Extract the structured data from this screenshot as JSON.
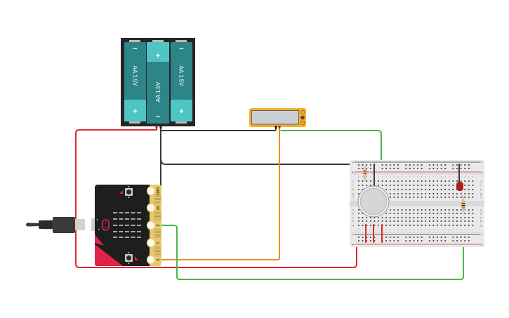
{
  "scene": {
    "type": "circuit-canvas",
    "background": "#ffffff"
  },
  "battery_pack": {
    "name": "4xAA battery holder (3 visible cells)",
    "cells": [
      {
        "label": "AA 1.5V",
        "top_sign": "−",
        "bottom_sign": "+"
      },
      {
        "label": "AA 1.5V",
        "top_sign": "+",
        "bottom_sign": "−"
      },
      {
        "label": "AA 1.5V",
        "top_sign": "−",
        "bottom_sign": "+"
      }
    ],
    "colors": {
      "case": "#262626",
      "cell_dark": "#2e8587",
      "cell_light": "#4fc4c4"
    }
  },
  "multimeter": {
    "name": "Multimeter",
    "colors": {
      "body": "#f5ae2c",
      "screen": "#c8cfd3"
    }
  },
  "microbit": {
    "name": "micro:bit",
    "pins": [
      "GND",
      "3V",
      "2",
      "1",
      "0"
    ],
    "colors": {
      "body": "#1e1e1e",
      "accent": "#e0234a",
      "edge": "#e6c86e"
    }
  },
  "usb_cable": {
    "name": "USB cable"
  },
  "breadboard": {
    "name": "Breadboard small",
    "rows_top": [
      "j",
      "i",
      "h",
      "g",
      "f"
    ],
    "rows_bottom": [
      "e",
      "d",
      "c",
      "b",
      "a"
    ],
    "rail_minus": "−",
    "rail_plus": "+",
    "components": [
      {
        "type": "resistor",
        "bands": [
          "#d42a2a",
          "#8a3a9a",
          "#f2d22e"
        ]
      },
      {
        "type": "gas-sensor"
      },
      {
        "type": "led",
        "color": "#b01f1f"
      },
      {
        "type": "resistor",
        "bands": [
          "#3a2a1a",
          "#111111",
          "#c77d2a"
        ]
      }
    ]
  },
  "wires": {
    "red": {
      "color": "#e0282e"
    },
    "black": {
      "color": "#3a3a3a"
    },
    "orange": {
      "color": "#ef8b1d"
    },
    "green": {
      "color": "#4cb749"
    }
  }
}
